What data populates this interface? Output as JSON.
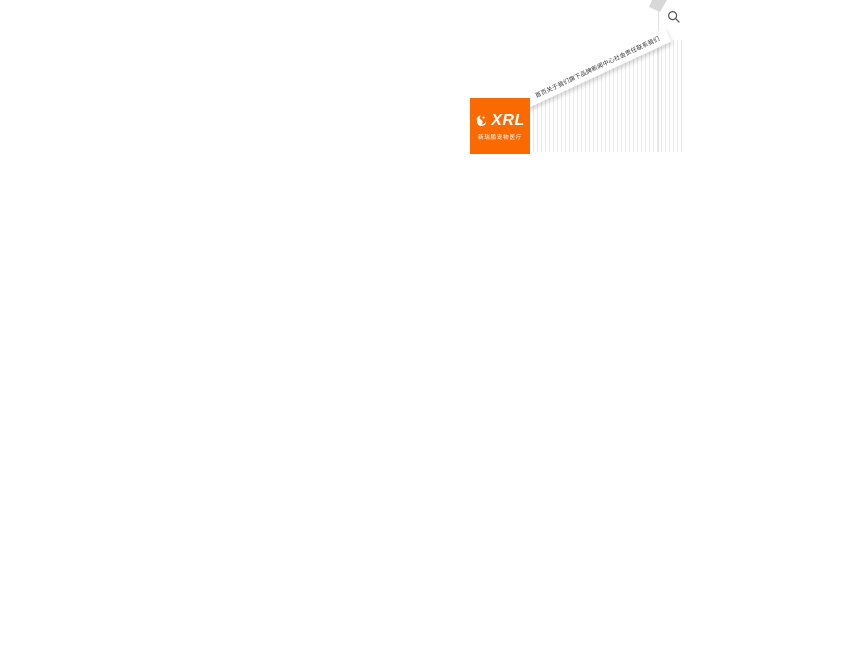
{
  "brand": {
    "name": "XRL",
    "tagline": "新瑞鹏宠物医疗",
    "logo_bg": "#FB6A00",
    "mark": "lion-head-icon"
  },
  "nav": {
    "items": [
      {
        "label": "首页"
      },
      {
        "label": "关于我们"
      },
      {
        "label": "旗下品牌"
      },
      {
        "label": "新闻中心"
      },
      {
        "label": "社会责任"
      },
      {
        "label": "联系我们"
      }
    ]
  },
  "search": {
    "icon": "search-icon"
  },
  "colors": {
    "accent": "#FB6A00",
    "stripe": "#E9E9E9",
    "nav_text": "#333333",
    "page_bg": "#FFFFFF"
  }
}
